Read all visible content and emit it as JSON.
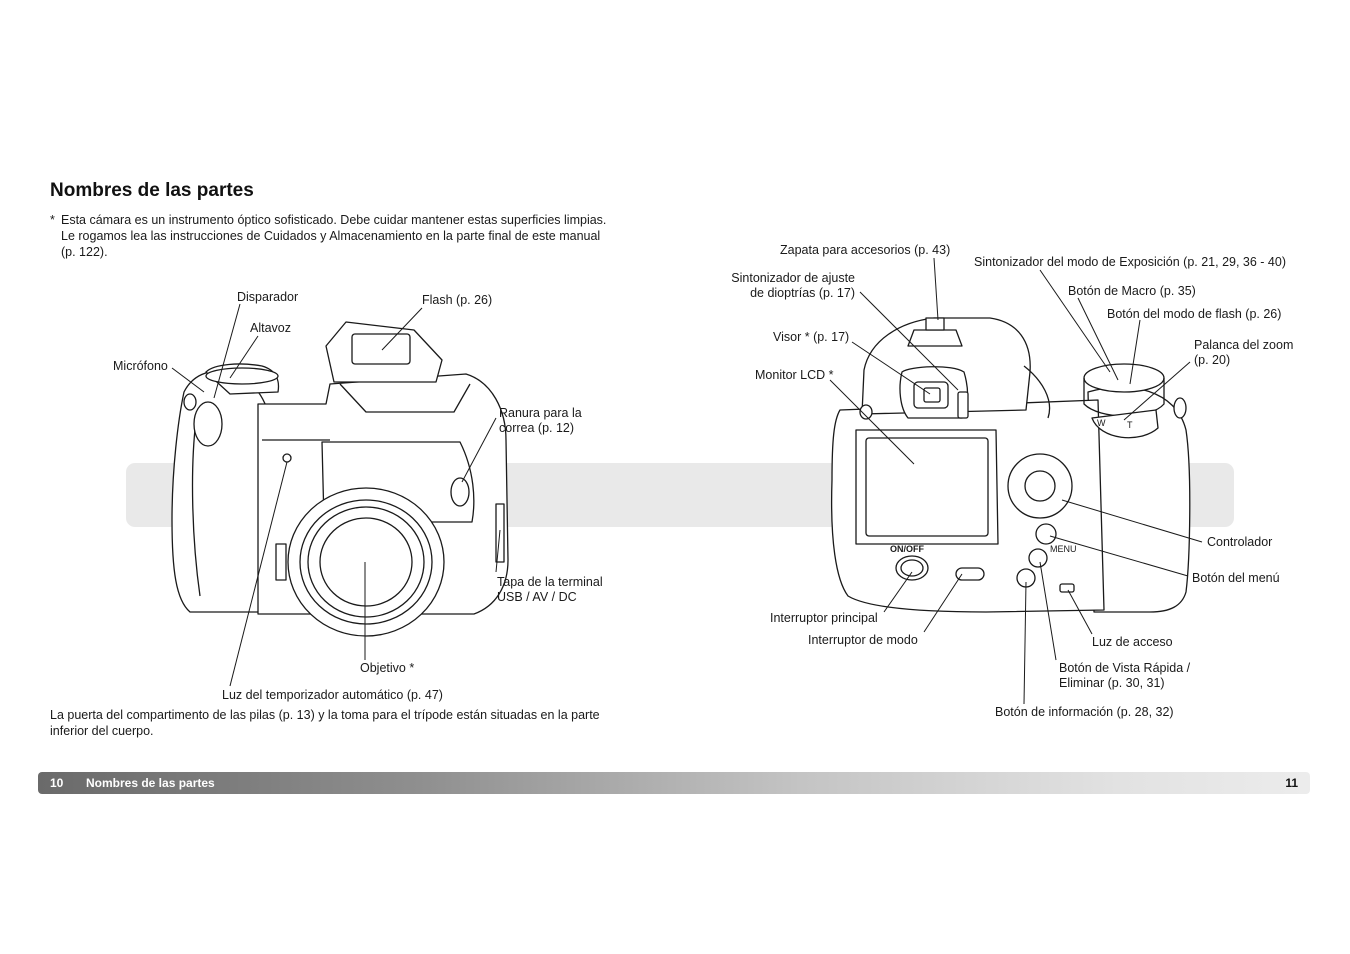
{
  "page": {
    "title": "Nombres de las partes",
    "note_star": "*",
    "note": "Esta cámara es un instrumento óptico sofisticado.  Debe cuidar mantener estas superficies limpias.  Le rogamos lea las instrucciones de Cuidados y Almacenamiento en la parte final de este manual (p. 122).",
    "bottom_note": "La puerta del compartimento de las pilas (p. 13) y la toma para el trípode están situadas en la parte inferior del cuerpo."
  },
  "front_labels": {
    "disparador": "Disparador",
    "altavoz": "Altavoz",
    "microfono": "Micrófono",
    "flash": "Flash (p. 26)",
    "ranura": "Ranura para la\ncorrea (p. 12)",
    "tapa": "Tapa de la terminal\nUSB / AV / DC",
    "objetivo": "Objetivo *",
    "luz_temp": "Luz del temporizador automático (p. 47)"
  },
  "back_labels": {
    "zapata": "Zapata para accesorios (p. 43)",
    "sintonizador_ajuste": "Sintonizador de ajuste\nde dioptrías (p. 17)",
    "visor": "Visor * (p. 17)",
    "monitor": "Monitor LCD *",
    "modo_exposicion": "Sintonizador del modo de Exposición (p. 21, 29, 36 - 40)",
    "macro": "Botón de Macro (p. 35)",
    "modo_flash": "Botón del modo de flash (p. 26)",
    "zoom": "Palanca del zoom\n(p. 20)",
    "controlador": "Controlador",
    "menu_btn": "Botón del menú",
    "interruptor_principal": "Interruptor principal",
    "interruptor_modo": "Interruptor de modo",
    "luz_acceso": "Luz de acceso",
    "vista_rapida": "Botón de Vista Rápida /\nEliminar (p. 30, 31)",
    "informacion": "Botón de información (p. 28, 32)"
  },
  "camera_markings": {
    "on_off": "ON/OFF",
    "menu": "MENU",
    "w": "W",
    "t": "T"
  },
  "footer": {
    "page_left": "10",
    "section": "Nombres de las partes",
    "page_right": "11"
  }
}
